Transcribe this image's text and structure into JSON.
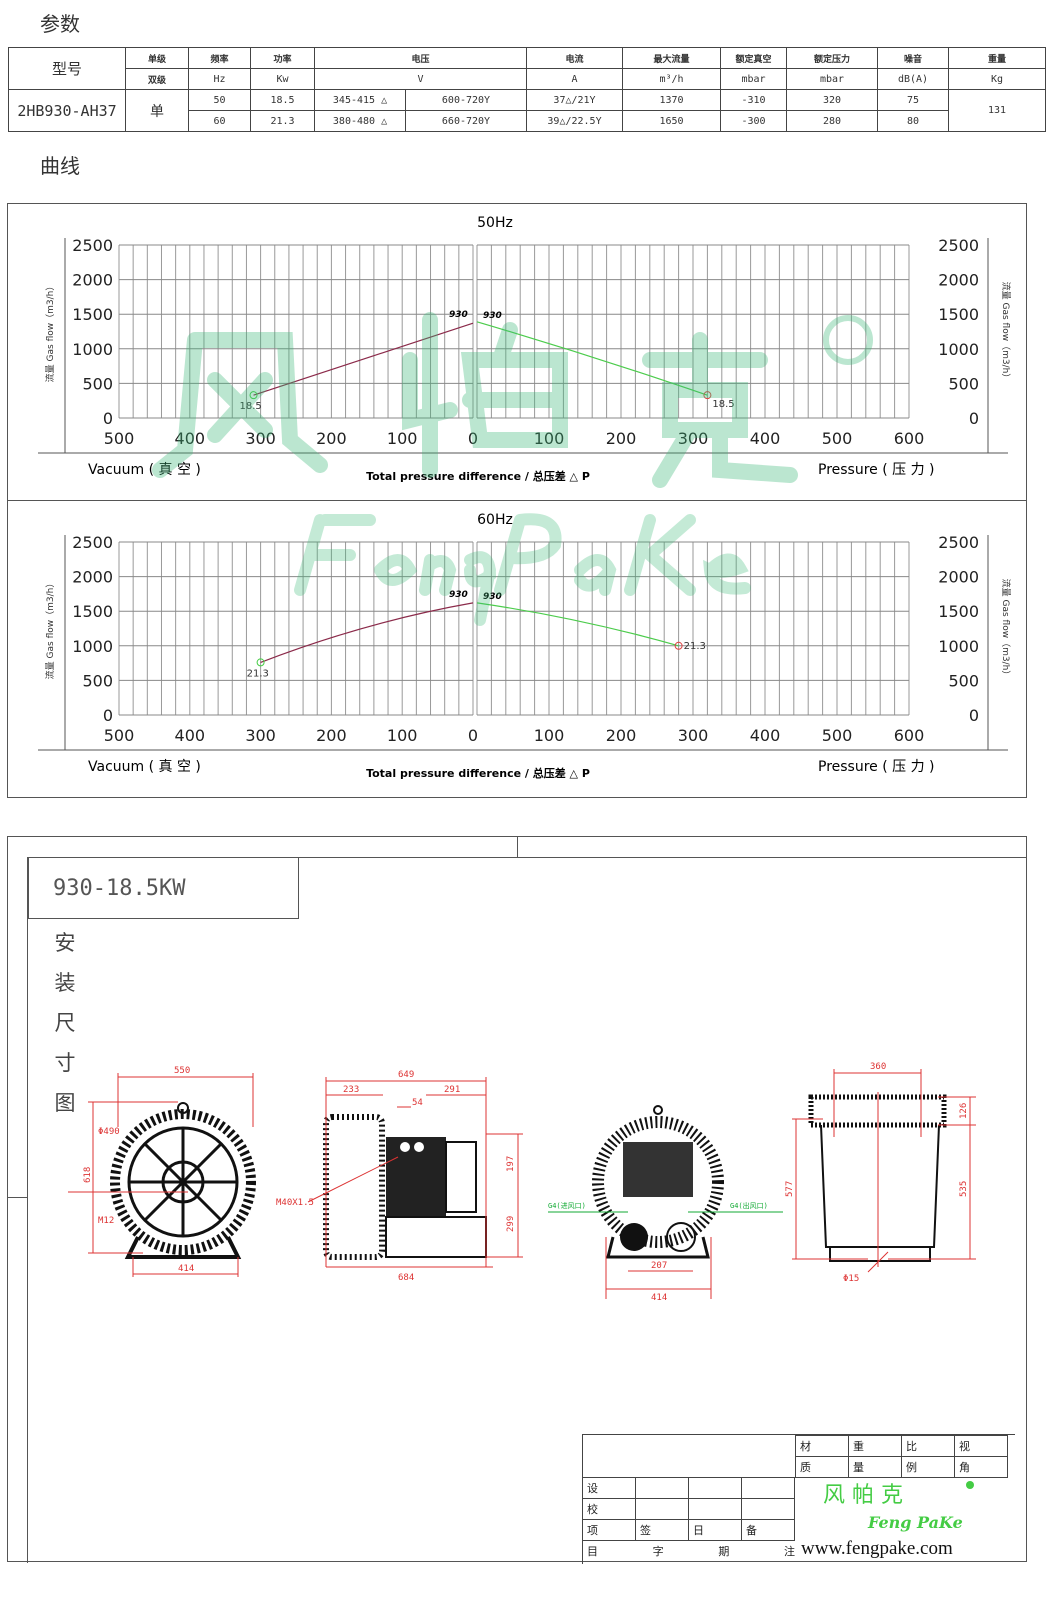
{
  "sections": {
    "params": "参数",
    "curves": "曲线"
  },
  "table": {
    "headers_cn": [
      "型号",
      "单级",
      "频率",
      "功率",
      "电压",
      "电流",
      "最大流量",
      "额定真空",
      "额定压力",
      "噪音",
      "重量"
    ],
    "sub_headers": [
      "双级",
      "Hz",
      "Kw",
      "V",
      "A",
      "m³/h",
      "mbar",
      "mbar",
      "dB(A)",
      "Kg"
    ],
    "model": "2HB930-AH37",
    "stage": "单",
    "weight": "131",
    "rows": [
      {
        "hz": "50",
        "kw": "18.5",
        "v1": "345-415 △",
        "v2": "600-720Y",
        "a": "37△/21Y",
        "flow": "1370",
        "vac": "-310",
        "press": "320",
        "db": "75"
      },
      {
        "hz": "60",
        "kw": "21.3",
        "v1": "380-480 △",
        "v2": "660-720Y",
        "a": "39△/22.5Y",
        "flow": "1650",
        "vac": "-300",
        "press": "280",
        "db": "80"
      }
    ]
  },
  "watermark": {
    "cn": "风 帕 克",
    "mark": "®",
    "en": "FengPaKe"
  },
  "chart_data": [
    {
      "type": "line",
      "title": "50Hz",
      "ylabel": "流量 Gas flow（m3/h）",
      "xlabel": "Total pressure difference / 总压差 △ P",
      "left_label": "Vacuum ( 真 空 )",
      "right_label": "Pressure ( 压 力 )",
      "vacuum_xlim": [
        500,
        0
      ],
      "pressure_xlim": [
        0,
        600
      ],
      "ylim": [
        0,
        2500
      ],
      "vacuum_ticks": [
        500,
        400,
        300,
        200,
        100,
        0
      ],
      "pressure_ticks": [
        0,
        100,
        200,
        300,
        400,
        500,
        600
      ],
      "y_ticks": [
        0,
        500,
        1000,
        1500,
        2000,
        2500
      ],
      "series": [
        {
          "name": "930 vacuum",
          "side": "vacuum",
          "color": "#8b2a4a",
          "points": [
            [
              310,
              330
            ],
            [
              155,
              850
            ],
            [
              0,
              1370
            ]
          ],
          "start_label": "18.5",
          "end_label": "930"
        },
        {
          "name": "930 pressure",
          "side": "pressure",
          "color": "#4ccc4c",
          "points": [
            [
              0,
              1390
            ],
            [
              160,
              880
            ],
            [
              320,
              330
            ]
          ],
          "start_label": "930",
          "end_label": "18.5"
        }
      ]
    },
    {
      "type": "line",
      "title": "60Hz",
      "ylabel": "流量 Gas flow（m3/h）",
      "xlabel": "Total pressure difference / 总压差 △ P",
      "left_label": "Vacuum ( 真 空 )",
      "right_label": "Pressure ( 压 力 )",
      "vacuum_xlim": [
        500,
        0
      ],
      "pressure_xlim": [
        0,
        600
      ],
      "ylim": [
        0,
        2500
      ],
      "vacuum_ticks": [
        500,
        400,
        300,
        200,
        100,
        0
      ],
      "pressure_ticks": [
        0,
        100,
        200,
        300,
        400,
        500,
        600
      ],
      "y_ticks": [
        0,
        500,
        1000,
        1500,
        2000,
        2500
      ],
      "series": [
        {
          "name": "930 vacuum",
          "side": "vacuum",
          "color": "#8b2a4a",
          "points": [
            [
              300,
              760
            ],
            [
              150,
              1270
            ],
            [
              0,
              1620
            ]
          ],
          "start_label": "21.3",
          "end_label": "930"
        },
        {
          "name": "930 pressure",
          "side": "pressure",
          "color": "#4ccc4c",
          "points": [
            [
              0,
              1620
            ],
            [
              140,
              1360
            ],
            [
              280,
              1000
            ]
          ],
          "start_label": "930",
          "end_label": "21.3"
        }
      ]
    }
  ],
  "drawing": {
    "title": "930-18.5KW",
    "vertical_title": [
      "安",
      "装",
      "尺",
      "寸",
      "图"
    ],
    "front": {
      "w": "550",
      "h": "618",
      "dia": "Φ490",
      "bolt": "M12",
      "base": "414"
    },
    "side": {
      "total": "649",
      "a": "233",
      "b": "54",
      "c": "291",
      "upper": "197",
      "lower": "299",
      "base": "684",
      "thread": "M40X1.5"
    },
    "rear": {
      "inlet": "G4(进风口)",
      "outlet": "G4(出风口)",
      "spacing": "207",
      "base": "414"
    },
    "top": {
      "w": "360",
      "top": "126",
      "h1": "577",
      "h2": "535",
      "hole": "Φ15"
    }
  },
  "title_block": {
    "row1": [
      "材",
      "重",
      "比",
      "视"
    ],
    "row2": [
      "质",
      "量",
      "例",
      "角"
    ],
    "left_col": [
      "设",
      "校",
      "项",
      "目"
    ],
    "mid": [
      "签",
      "字"
    ],
    "date": [
      "日",
      "期"
    ],
    "note": [
      "备",
      "注"
    ],
    "logo_cn": "风 帕 克",
    "logo_en": "Feng PaKe",
    "url": "www.fengpake.com"
  }
}
